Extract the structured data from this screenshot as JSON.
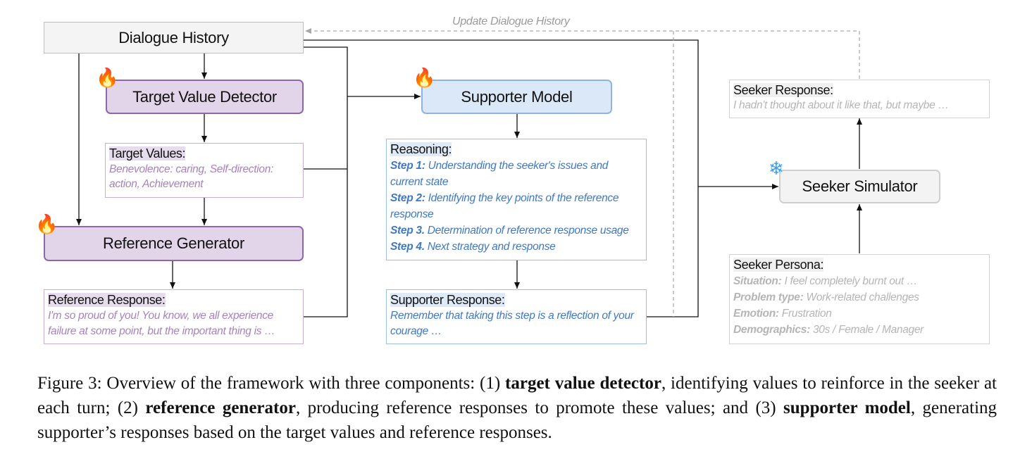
{
  "diagram": {
    "update_label": "Update Dialogue History",
    "dialogue_history": "Dialogue History",
    "target_value_detector": "Target Value Detector",
    "reference_generator": "Reference Generator",
    "supporter_model": "Supporter Model",
    "seeker_simulator": "Seeker Simulator",
    "target_values": {
      "title": "Target Values:",
      "text": "Benevolence: caring, Self-direction: action, Achievement"
    },
    "reference_response": {
      "title": "Reference Response:",
      "text": "I'm so proud of you! You know, we all experience failure at some point, but the important thing is …"
    },
    "reasoning": {
      "title": "Reasoning:",
      "steps": [
        {
          "label": "Step 1:",
          "text": "Understanding the seeker's issues and current state"
        },
        {
          "label": "Step 2:",
          "text": "Identifying the key points of the reference response"
        },
        {
          "label": "Step 3.",
          "text": "Determination of reference response usage"
        },
        {
          "label": "Step 4.",
          "text": "Next strategy and response"
        }
      ]
    },
    "supporter_response": {
      "title": "Supporter Response:",
      "text": "Remember that taking this step is a reflection of your courage …"
    },
    "seeker_response": {
      "title": "Seeker Response:",
      "text": "I hadn't thought about it like that, but maybe …"
    },
    "seeker_persona": {
      "title": "Seeker Persona:",
      "fields": [
        {
          "label": "Situation:",
          "text": "I feel completely burnt out …"
        },
        {
          "label": "Problem type:",
          "text": "Work-related challenges"
        },
        {
          "label": "Emotion:",
          "text": "Frustration"
        },
        {
          "label": "Demographics:",
          "text": "30s / Female / Manager"
        }
      ]
    },
    "icons": {
      "trainable": "fire-icon",
      "frozen": "snowflake-icon"
    },
    "colors": {
      "purple_fill": "#e2d5ea",
      "purple_border": "#8f66a8",
      "blue_fill": "#dbe8f8",
      "blue_border": "#8fb3e0",
      "grey_fill": "#f3f3f3",
      "purple_text": "#a583bb",
      "blue_text": "#3f78c4",
      "grey_text": "#b5b5b5",
      "flame": "#f2711c",
      "snow": "#3aa0e8"
    }
  },
  "caption": {
    "prefix": "Figure 3: Overview of the framework with three components: (1) ",
    "b1": "target value detector",
    "t1": ", identifying values to reinforce in the seeker at each turn; (2) ",
    "b2": "reference generator",
    "t2": ", producing reference responses to promote these values; and (3) ",
    "b3": "supporter model",
    "t3": ", generating supporter’s responses based on the target values and reference responses."
  }
}
